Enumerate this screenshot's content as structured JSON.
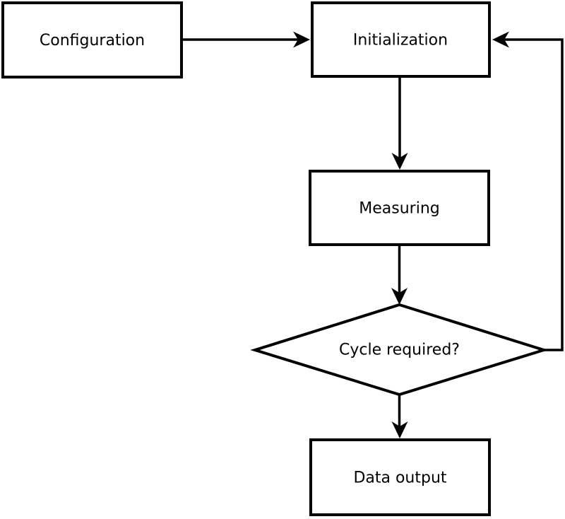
{
  "flowchart": {
    "nodes": {
      "configuration": {
        "label": "Configuration",
        "shape": "rectangle"
      },
      "initialization": {
        "label": "Initialization",
        "shape": "rectangle"
      },
      "measuring": {
        "label": "Measuring",
        "shape": "rectangle"
      },
      "cycle_required": {
        "label": "Cycle required?",
        "shape": "diamond"
      },
      "data_output": {
        "label": "Data output",
        "shape": "rectangle"
      }
    },
    "edges": [
      {
        "from": "configuration",
        "to": "initialization",
        "direction": "right"
      },
      {
        "from": "initialization",
        "to": "measuring",
        "direction": "down"
      },
      {
        "from": "measuring",
        "to": "cycle_required",
        "direction": "down"
      },
      {
        "from": "cycle_required",
        "to": "data_output",
        "direction": "down"
      },
      {
        "from": "cycle_required",
        "to": "initialization",
        "direction": "right-then-up-feedback-loop"
      }
    ],
    "colors": {
      "background": "#ffffff",
      "node_fill": "#ffffff",
      "stroke": "#000000",
      "text": "#000000"
    }
  }
}
